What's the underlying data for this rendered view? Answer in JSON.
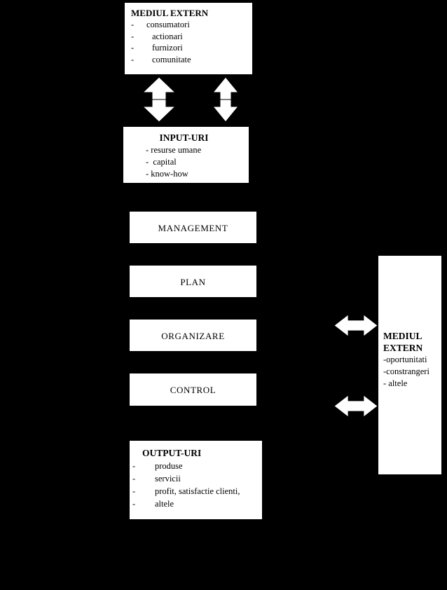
{
  "diagram": {
    "title": "Organizational system diagram",
    "background_color": "#000000",
    "box_fill_color": "#ffffff",
    "box_border_color": "#000000",
    "arrow_fill_color": "#ffffff"
  },
  "boxes": {
    "mediul_extern_top": {
      "title": "MEDIUL EXTERN",
      "items": [
        {
          "marker": "-",
          "label": "consumatori"
        },
        {
          "marker": "-",
          "label": "actionari"
        },
        {
          "marker": "-",
          "label": "furnizori"
        },
        {
          "marker": "-",
          "label": "comunitate"
        }
      ]
    },
    "input_uri": {
      "title": "INPUT-URI",
      "items": [
        "- resurse umane",
        "-  capital",
        "- know-how"
      ]
    },
    "management": {
      "label": "MANAGEMENT"
    },
    "plan": {
      "label": "PLAN"
    },
    "organizare": {
      "label": "ORGANIZARE"
    },
    "control": {
      "label": "CONTROL"
    },
    "output_uri": {
      "title": "OUTPUT-URI",
      "items": [
        {
          "marker": "-",
          "label": "produse"
        },
        {
          "marker": "-",
          "label": "servicii"
        },
        {
          "marker": "-",
          "label": "profit, satisfactie clienti,"
        },
        {
          "marker": "-",
          "label": "altele"
        }
      ]
    },
    "mediul_extern_right": {
      "title_line1": "MEDIUL",
      "title_line2": "EXTERN",
      "items": [
        "-oportunitati",
        "-constrangeri",
        "- altele"
      ]
    }
  },
  "arrows": {
    "vertical_left": {
      "name": "double-arrow-vertical-left",
      "direction": "up-down"
    },
    "vertical_right": {
      "name": "double-arrow-vertical-right",
      "direction": "up-down"
    },
    "horizontal_top": {
      "name": "double-arrow-horizontal-top",
      "direction": "left-right"
    },
    "horizontal_bottom": {
      "name": "double-arrow-horizontal-bottom",
      "direction": "left-right"
    }
  }
}
